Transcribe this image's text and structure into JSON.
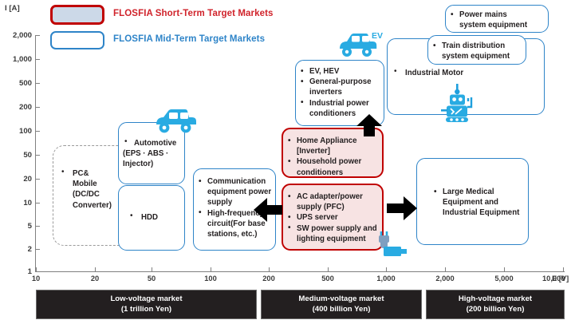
{
  "legend": {
    "short_term": {
      "label": "FLOSFIA Short-Term Target Markets",
      "fill": "#ccd9e8",
      "border": "#c00000",
      "text_color": "#d0232b"
    },
    "mid_term": {
      "label": "FLOSFIA Mid-Term Target Markets",
      "fill": "#ffffff",
      "border": "#2e84c8",
      "text_color": "#2e84c8"
    }
  },
  "chart_data": {
    "type": "scatter",
    "title": "",
    "xlabel": "E [V]",
    "ylabel": "I [A]",
    "x_ticks": [
      "10",
      "20",
      "50",
      "100",
      "200",
      "500",
      "1,000",
      "2,000",
      "5,000",
      "10,000"
    ],
    "y_ticks": [
      "2,000",
      "1,000",
      "500",
      "200",
      "100",
      "50",
      "20",
      "10",
      "5",
      "2",
      "1"
    ],
    "xlim": [
      10,
      10000
    ],
    "ylim": [
      1,
      2000
    ],
    "x_scale": "log",
    "y_scale": "log",
    "grid": false,
    "legend_position": "top-left",
    "regions": [
      {
        "name": "pc-mobile",
        "label": "PC& Mobile (DC/DC Converter)",
        "category": "existing",
        "x_range": [
          13,
          38
        ],
        "y_range": [
          2.2,
          55
        ]
      },
      {
        "name": "automotive",
        "label": "Automotive (EPS · ABS · Injector)",
        "category": "mid-term",
        "x_range": [
          32,
          90
        ],
        "y_range": [
          14,
          110
        ]
      },
      {
        "name": "hdd",
        "label": "HDD",
        "category": "mid-term",
        "x_range": [
          32,
          90
        ],
        "y_range": [
          1.6,
          14
        ]
      },
      {
        "name": "communication",
        "label": "Communication equipment power supply / High-frequency circuit",
        "category": "mid-term",
        "x_range": [
          90,
          230
        ],
        "y_range": [
          1.8,
          22
        ]
      },
      {
        "name": "home-appliance",
        "label": "Home Appliance [Inverter] / Household power conditioners",
        "category": "short-term",
        "x_range": [
          320,
          1050
        ],
        "y_range": [
          22,
          130
        ]
      },
      {
        "name": "ac-adapter",
        "label": "AC adapter/power supply (PFC) / UPS server / SW power supply",
        "category": "short-term",
        "x_range": [
          320,
          1050
        ],
        "y_range": [
          1.8,
          20
        ]
      },
      {
        "name": "ev-hev",
        "label": "EV, HEV / General-purpose inverters / Industrial power conditioners",
        "category": "mid-term",
        "x_range": [
          330,
          1000
        ],
        "y_range": [
          130,
          1100
        ]
      },
      {
        "name": "industrial-motor",
        "label": "Industrial Motor",
        "category": "mid-term",
        "x_range": [
          1000,
          9500
        ],
        "y_range": [
          130,
          1700
        ]
      },
      {
        "name": "train",
        "label": "Train distribution system equipment",
        "category": "mid-term",
        "x_range": [
          1500,
          7000
        ],
        "y_range": [
          900,
          1900
        ]
      },
      {
        "name": "power-mains",
        "label": "Power mains system equipment",
        "category": "mid-term",
        "x_range": [
          2300,
          9800
        ],
        "y_range": [
          1600,
          2600
        ]
      },
      {
        "name": "large-medical",
        "label": "Large Medical Equipment and Industrial Equipment",
        "category": "mid-term",
        "x_range": [
          1500,
          7000
        ],
        "y_range": [
          1.7,
          22
        ]
      }
    ],
    "markets": [
      {
        "label_line1": "Low-voltage market",
        "label_line2": "(1 trillion Yen)",
        "range": [
          10,
          300
        ]
      },
      {
        "label_line1": "Medium-voltage market",
        "label_line2": "(400 billion Yen)",
        "range": [
          300,
          2000
        ]
      },
      {
        "label_line1": "High-voltage market",
        "label_line2": "(200 billion Yen)",
        "range": [
          2000,
          10000
        ]
      }
    ]
  },
  "boxes": {
    "pc_mobile": {
      "lines": [
        "PC&",
        "Mobile",
        "(DC/DC",
        "Converter)"
      ]
    },
    "automotive": {
      "lines": [
        "Automotive",
        "(EPS · ABS ·",
        "Injector)"
      ]
    },
    "hdd": {
      "lines": [
        "HDD"
      ]
    },
    "communication": {
      "bullets": [
        [
          "Communication",
          "equipment power",
          "supply"
        ],
        [
          "High-frequency",
          "circuit(For base",
          "stations, etc.)"
        ]
      ]
    },
    "home_appliance": {
      "bullets": [
        [
          "Home Appliance",
          "[Inverter]"
        ],
        [
          "Household power",
          "conditioners"
        ]
      ]
    },
    "ac_adapter": {
      "bullets": [
        [
          "AC adapter/power",
          "supply (PFC)"
        ],
        [
          "UPS server"
        ],
        [
          "SW power supply and",
          "lighting equipment"
        ]
      ]
    },
    "ev_hev": {
      "bullets": [
        [
          "EV, HEV"
        ],
        [
          "General-purpose",
          "inverters"
        ],
        [
          "Industrial power",
          "conditioners"
        ]
      ]
    },
    "industrial_motor": {
      "lines": [
        "Industrial  Motor"
      ]
    },
    "train": {
      "bullets": [
        [
          "Train distribution",
          "system equipment"
        ]
      ]
    },
    "power_mains": {
      "bullets": [
        [
          "Power mains",
          "system equipment"
        ]
      ]
    },
    "large_medical": {
      "bullets": [
        [
          "Large Medical",
          "Equipment and",
          "Industrial Equipment"
        ]
      ]
    }
  },
  "icons": {
    "ev_label": "EV",
    "car_color": "#29abe2",
    "robot_color": "#1f9fdd",
    "plug_color": "#29abe2"
  }
}
